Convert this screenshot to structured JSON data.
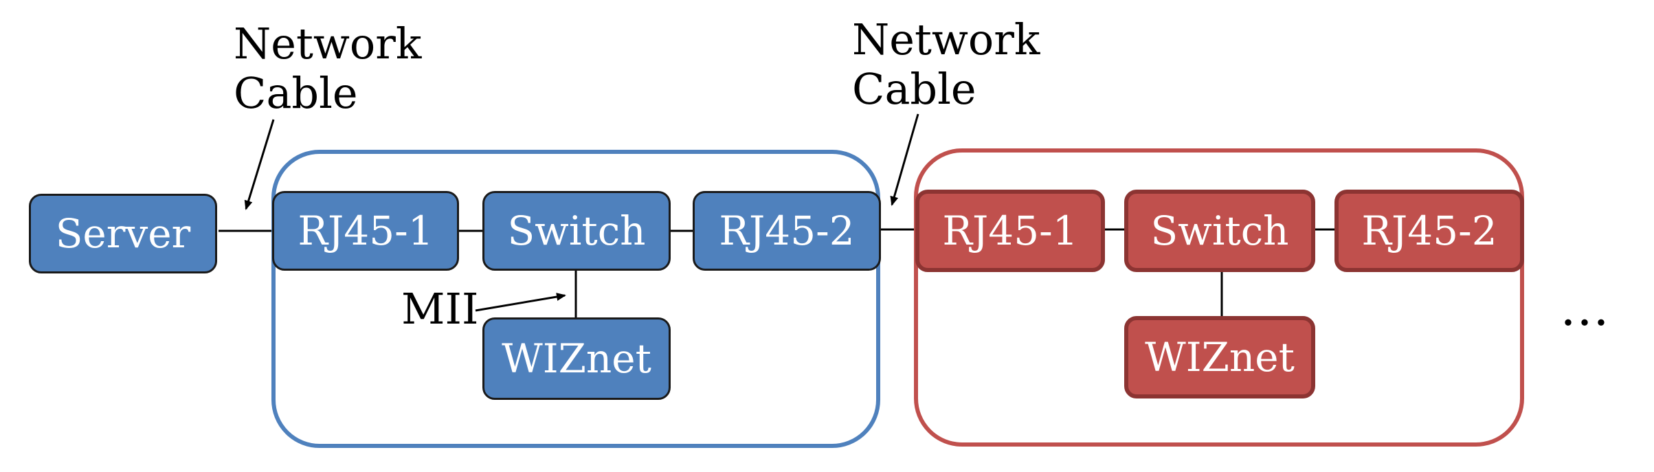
{
  "server": {
    "label": "Server"
  },
  "node_blue": {
    "rj45_1": "RJ45-1",
    "switch": "Switch",
    "rj45_2": "RJ45-2",
    "wiznet": "WIZnet",
    "mii_label": "MII"
  },
  "node_red": {
    "rj45_1": "RJ45-1",
    "switch": "Switch",
    "rj45_2": "RJ45-2",
    "wiznet": "WIZnet"
  },
  "cable_label_1": {
    "line1": "Network",
    "line2": "Cable"
  },
  "cable_label_2": {
    "line1": "Network",
    "line2": "Cable"
  },
  "ellipsis": "…",
  "colors": {
    "blue": "#4f81bd",
    "red": "#c0504d",
    "red_border": "#8c3432"
  }
}
